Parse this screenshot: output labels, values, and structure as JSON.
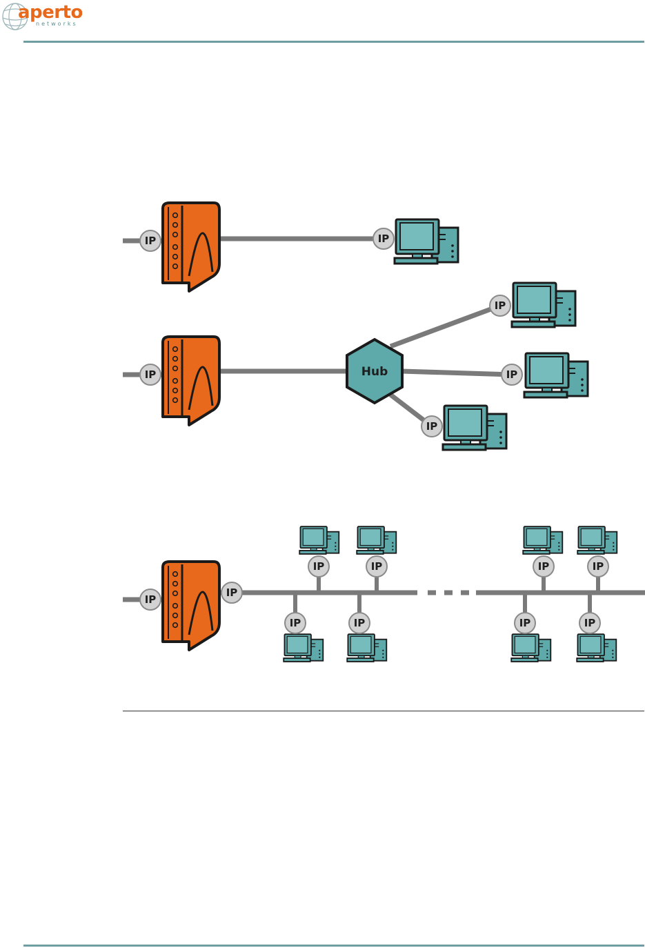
{
  "logo": {
    "name": "aperto",
    "sub": "networks"
  },
  "colors": {
    "router": "#e8691c",
    "computer": "#5ea9aa",
    "cable": "#7a7a7a",
    "ip_badge": "#d2d2d2",
    "rule": "#6e9ea2"
  },
  "labels": {
    "ip": "IP",
    "hub": "Hub"
  },
  "icons": [
    "router-icon",
    "computer-icon",
    "hub-icon",
    "ip-badge"
  ]
}
